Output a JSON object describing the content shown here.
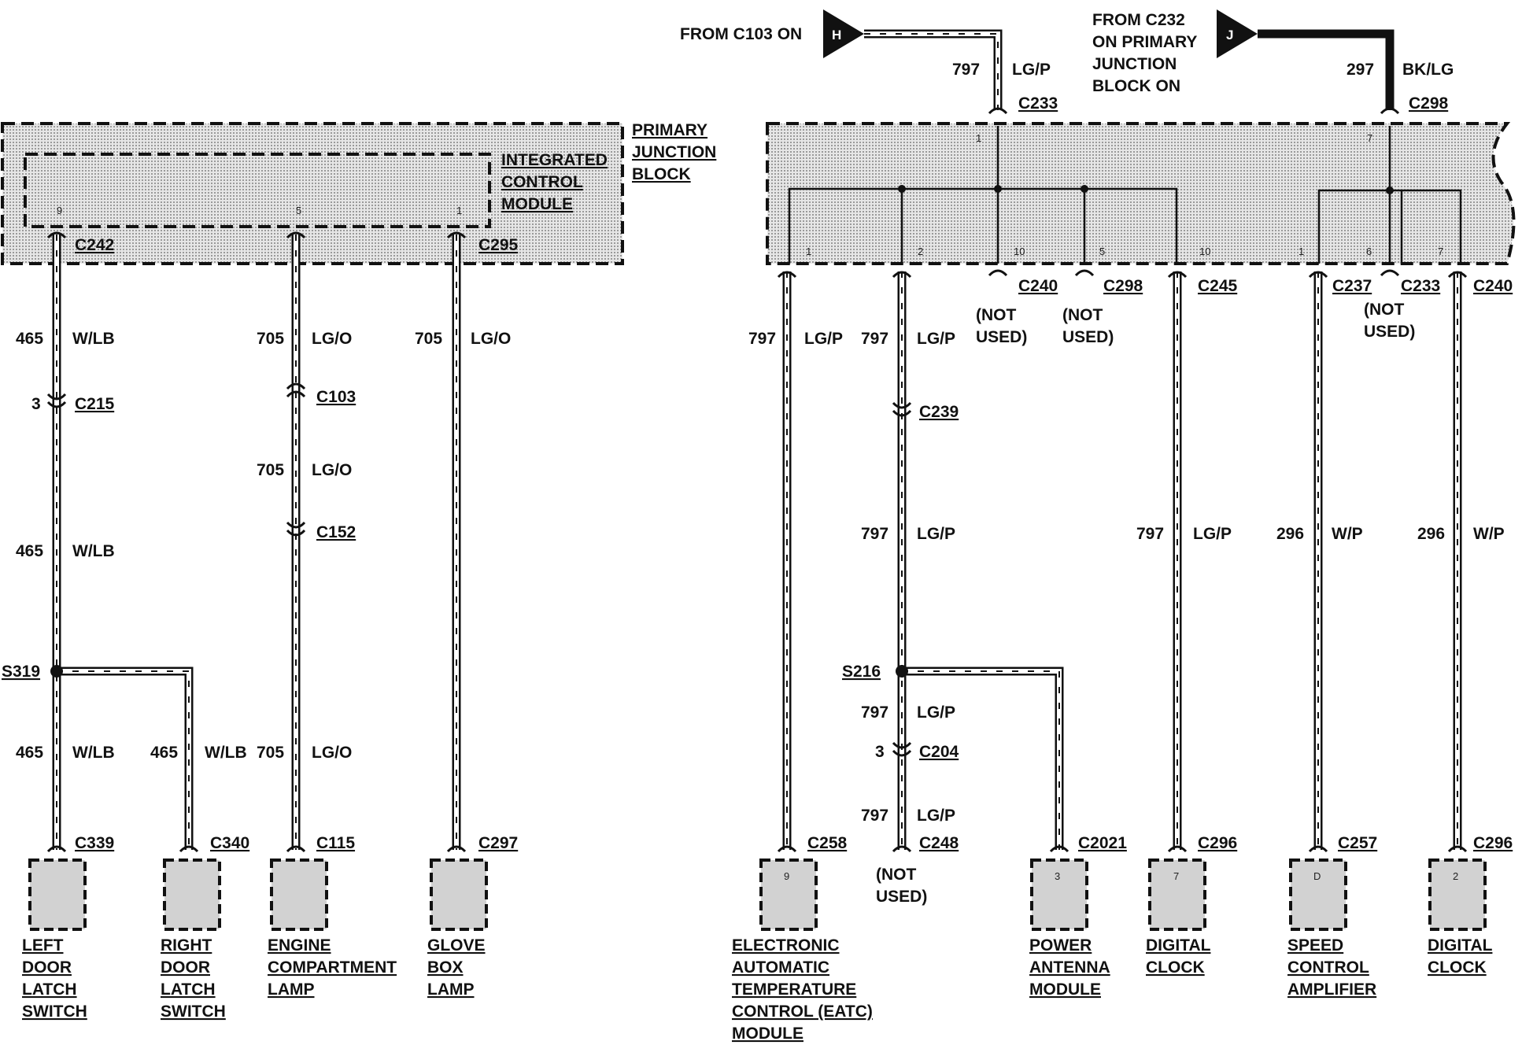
{
  "external_sources": [
    {
      "badge": "H",
      "text": [
        "FROM C103 ON"
      ]
    },
    {
      "badge": "J",
      "text": [
        "FROM C232",
        "ON PRIMARY",
        "JUNCTION",
        "BLOCK ON"
      ]
    }
  ],
  "blocks": {
    "primary_junction_block": [
      "PRIMARY",
      "JUNCTION",
      "BLOCK"
    ],
    "integrated_control_module": [
      "INTEGRATED",
      "CONTROL",
      "MODULE"
    ]
  },
  "pins": {
    "icm_9": "9",
    "icm_5": "5",
    "icm_1": "1",
    "pjb_1": "1",
    "pjb_7": "7",
    "bot_1": "1",
    "bot_2": "2",
    "bot_10a": "10",
    "bot_5": "5",
    "bot_10b": "10",
    "bot_1b": "1",
    "bot_6": "6",
    "bot_7": "7"
  },
  "connectors": {
    "C242": "C242",
    "C295": "C295",
    "C233_top": "C233",
    "C298_top": "C298",
    "C240_a": "C240",
    "C298_b": "C298",
    "C245": "C245",
    "C237": "C237",
    "C233_b": "C233",
    "C240_b": "C240",
    "C215": "C215",
    "C103": "C103",
    "C152": "C152",
    "C239": "C239",
    "C204": "C204",
    "C339": "C339",
    "C340": "C340",
    "C115": "C115",
    "C297": "C297",
    "C258": "C258",
    "C248": "C248",
    "C2021": "C2021",
    "C296_a": "C296",
    "C257": "C257",
    "C296_b": "C296"
  },
  "connector_pins": {
    "C215": "3",
    "C204": "3"
  },
  "splices": {
    "S319": "S319",
    "S216": "S216"
  },
  "wire_labels": [
    {
      "circuit": "797",
      "color": "LG/P"
    },
    {
      "circuit": "297",
      "color": "BK/LG"
    },
    {
      "circuit": "465",
      "color": "W/LB"
    },
    {
      "circuit": "705",
      "color": "LG/O"
    },
    {
      "circuit": "705",
      "color": "LG/O"
    },
    {
      "circuit": "797",
      "color": "LG/P"
    },
    {
      "circuit": "797",
      "color": "LG/P"
    },
    {
      "circuit": "465",
      "color": "W/LB"
    },
    {
      "circuit": "705",
      "color": "LG/O"
    },
    {
      "circuit": "797",
      "color": "LG/P"
    },
    {
      "circuit": "797",
      "color": "LG/P"
    },
    {
      "circuit": "296",
      "color": "W/P"
    },
    {
      "circuit": "296",
      "color": "W/P"
    },
    {
      "circuit": "465",
      "color": "W/LB"
    },
    {
      "circuit": "465",
      "color": "W/LB"
    },
    {
      "circuit": "705",
      "color": "LG/O"
    },
    {
      "circuit": "797",
      "color": "LG/P"
    },
    {
      "circuit": "797",
      "color": "LG/P"
    }
  ],
  "not_used": [
    "(NOT",
    "USED)"
  ],
  "components": [
    {
      "pin": "",
      "label": [
        "LEFT",
        "DOOR",
        "LATCH",
        "SWITCH"
      ]
    },
    {
      "pin": "",
      "label": [
        "RIGHT",
        "DOOR",
        "LATCH",
        "SWITCH"
      ]
    },
    {
      "pin": "",
      "label": [
        "ENGINE",
        "COMPARTMENT",
        "LAMP"
      ]
    },
    {
      "pin": "",
      "label": [
        "GLOVE",
        "BOX",
        "LAMP"
      ]
    },
    {
      "pin": "9",
      "label": [
        "ELECTRONIC",
        "AUTOMATIC",
        "TEMPERATURE",
        "CONTROL (EATC)",
        "MODULE"
      ]
    },
    {
      "pin": "3",
      "label": [
        "POWER",
        "ANTENNA",
        "MODULE"
      ]
    },
    {
      "pin": "7",
      "label": [
        "DIGITAL",
        "CLOCK"
      ]
    },
    {
      "pin": "D",
      "label": [
        "SPEED",
        "CONTROL",
        "AMPLIFIER"
      ]
    },
    {
      "pin": "2",
      "label": [
        "DIGITAL",
        "CLOCK"
      ]
    }
  ]
}
